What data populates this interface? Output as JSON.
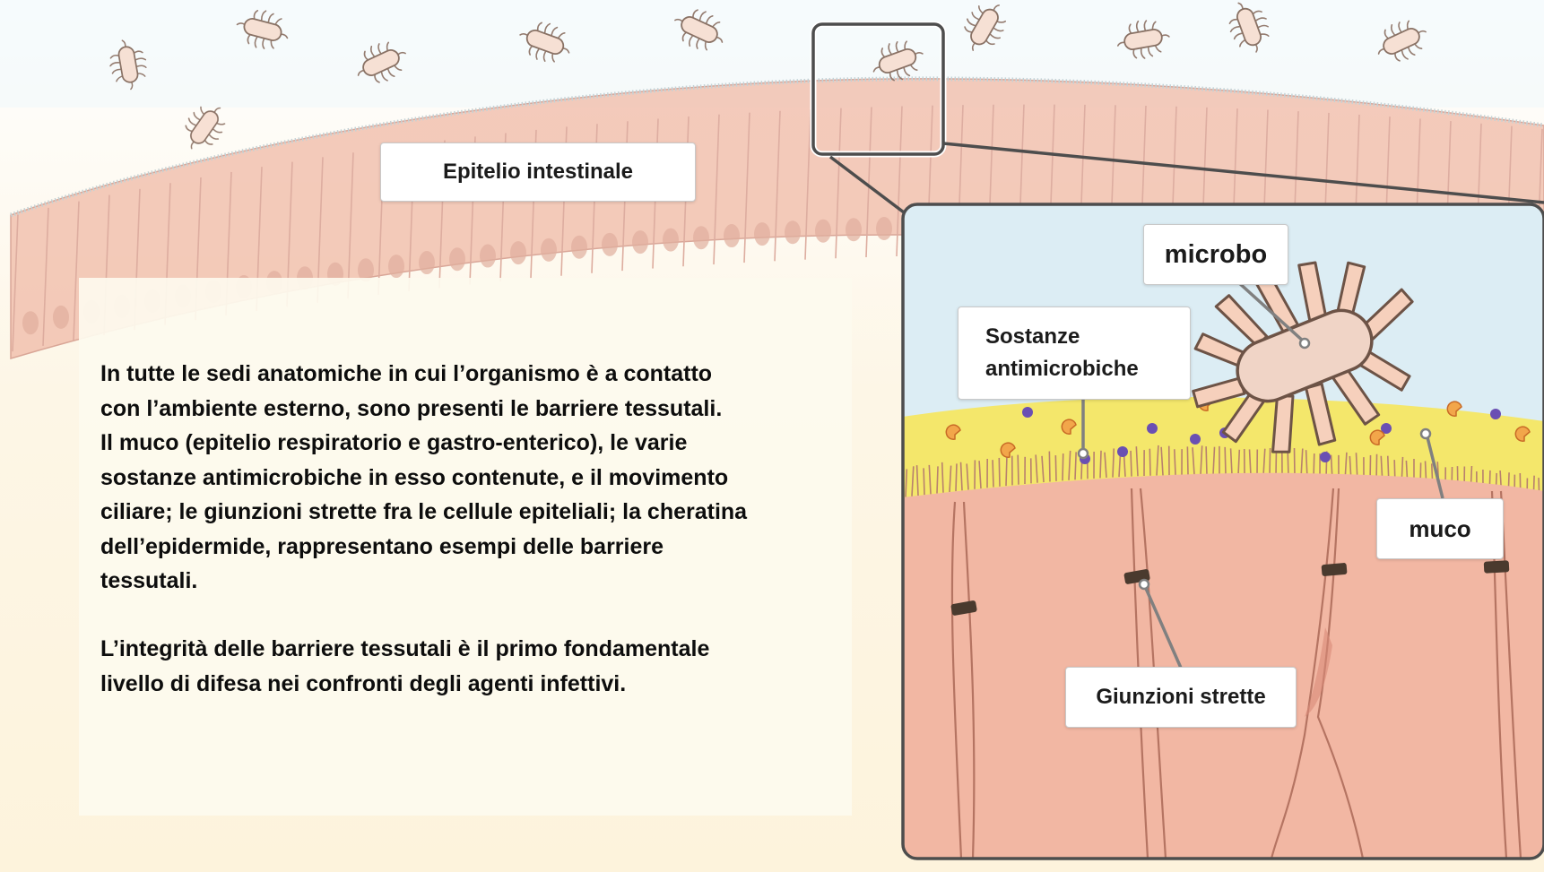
{
  "labels": {
    "epithelium": "Epitelio intestinale",
    "microbe": "microbo",
    "antimicrobial": "Sostanze antimicrobiche",
    "mucus": "muco",
    "tight_junctions": "Giunzioni strette"
  },
  "text": {
    "paragraph1_lines": [
      "In tutte le sedi anatomiche in cui l’organismo è a contatto",
      "con l’ambiente esterno, sono presenti le barriere tessutali.",
      "Il muco (epitelio respiratorio e gastro-enterico), le varie",
      "sostanze antimicrobiche in esso contenute, e il movimento",
      "ciliare; le giunzioni strette fra le cellule epiteliali; la cheratina",
      "dell’epidermide, rappresentano esempi delle barriere",
      "tessutali."
    ],
    "paragraph2_lines": [
      "L’integrità delle barriere tessutali è il primo fondamentale",
      "livello di difesa nei confronti degli agenti infettivi."
    ]
  },
  "colors": {
    "cell_fill": "#f0b9a6",
    "cell_stroke": "#c98a78",
    "nucleus": "#d99a88",
    "mucus": "#f3e86a",
    "lumen": "#dbeef6",
    "microbe_body": "#f4d6c6",
    "microbe_stroke": "#7a5c4e",
    "junction": "#4a3a2e",
    "antimicrobial_purple": "#6a4fb3",
    "antimicrobial_orange": "#e8963a"
  }
}
